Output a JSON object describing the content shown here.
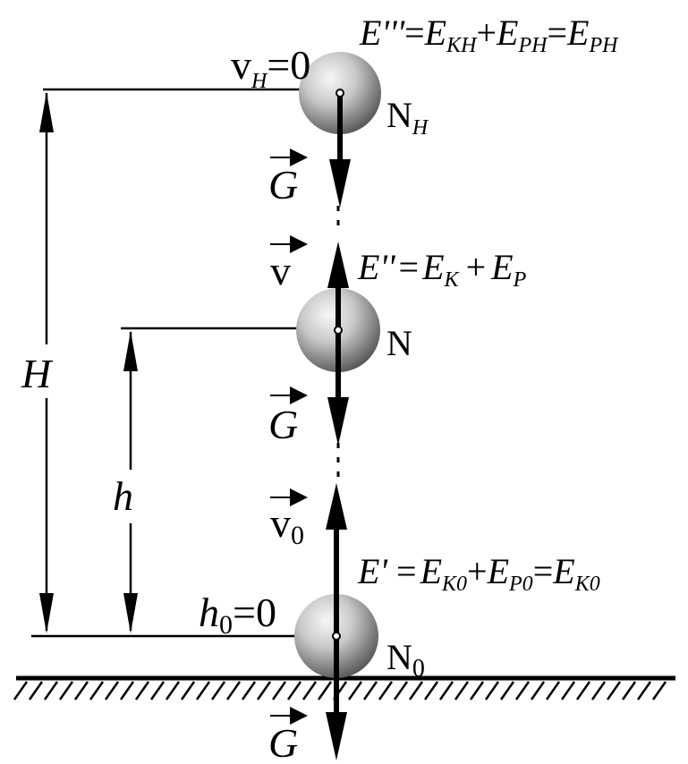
{
  "diagram": {
    "top_state": {
      "energy": {
        "lhs": "E'''",
        "eq1": "=",
        "ek": "E",
        "ek_sub": "KH",
        "plus": "+",
        "ep": "E",
        "ep_sub": "PH",
        "eq2": "=",
        "res": "E",
        "res_sub": "PH"
      },
      "velocity": {
        "sym": "v",
        "sub": "H",
        "val": "=0"
      },
      "point": {
        "sym": "N",
        "sub": "H"
      }
    },
    "middle_state": {
      "energy": {
        "lhs": "E''",
        "eq": "=",
        "ek": "E",
        "ek_sub": "K",
        "plus": "+",
        "ep": "E",
        "ep_sub": "P"
      },
      "point": {
        "sym": "N"
      },
      "velocity_vector": "v"
    },
    "bottom_state": {
      "energy": {
        "lhs": "E'",
        "eq1": "=",
        "ek": "E",
        "ek_sub": "K0",
        "plus": "+",
        "ep": "E",
        "ep_sub": "P0",
        "eq2": "=",
        "res": "E",
        "res_sub": "K0"
      },
      "height": {
        "sym": "h",
        "sub": "0",
        "val": "=0"
      },
      "point": {
        "sym": "N",
        "sub": "0"
      },
      "velocity_vector": {
        "sym": "v",
        "sub": "0"
      }
    },
    "gravity_label": "G",
    "dimensions": {
      "big_height": "H",
      "small_height": "h"
    },
    "colors": {
      "ink": "#000000",
      "ball_light": "#f2f2f2",
      "ball_dark": "#6e6e6e",
      "background": "#ffffff"
    }
  }
}
